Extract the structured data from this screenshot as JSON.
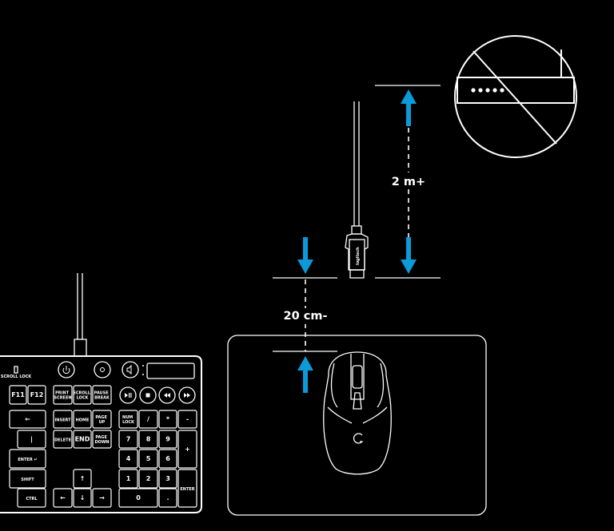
{
  "colors": {
    "background": "#000000",
    "line": "#ffffff",
    "arrow": "#0a9bd8"
  },
  "measurements": {
    "receiver_distance_label": "2 m+",
    "mouse_distance_label": "20 cm-"
  },
  "receiver": {
    "brand_text": "logitech"
  },
  "router": {
    "status": "prohibited",
    "icon": "wifi-router-icon"
  },
  "keyboard": {
    "indicator_label": "SCROLL LOCK",
    "keys": [
      "F11",
      "F12",
      "PRINT SCREEN",
      "SCROLL LOCK",
      "PAUSE BREAK",
      "←",
      "INSERT",
      "HOME",
      "PAGE UP",
      "DELETE",
      "END",
      "PAGE DOWN",
      "NUM LOCK",
      "/",
      "*",
      "-",
      "7",
      "8",
      "9",
      "+",
      "4",
      "5",
      "6",
      "1",
      "2",
      "3",
      "ENTER",
      "0",
      ".",
      "|",
      "ENTER ↵",
      "SHIFT",
      "CTRL",
      "↑",
      "←",
      "↓",
      "→"
    ]
  }
}
